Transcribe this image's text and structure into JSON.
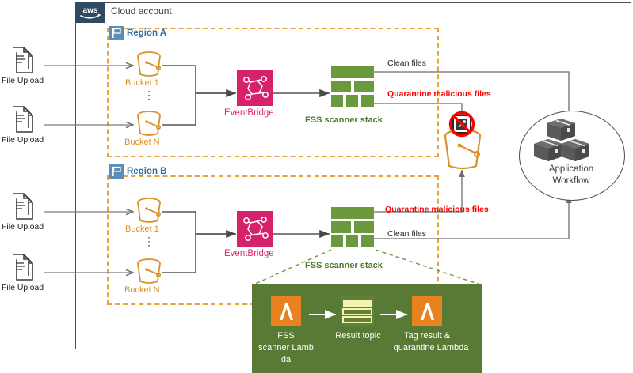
{
  "diagram": {
    "title": "AWS multi-region file scanning architecture",
    "cloud_account_label": "Cloud account",
    "aws_logo_text": "aws",
    "colors": {
      "aws_navy": "#2E4A62",
      "region_orange": "#E8A33D",
      "bucket_orange": "#D8912B",
      "eventbridge_pink": "#D6226B",
      "fss_green": "#6B9A3E",
      "stack_label_green": "#4C7A2A",
      "detail_green": "#587A34",
      "lambda_orange": "#E8821E",
      "topic_yellow": "#F5F3B0",
      "alert_red": "#FF0000",
      "line_gray": "#6E6E6E",
      "workflow_gray": "#4A4A4A",
      "region_label_blue": "#2E6DA4"
    }
  },
  "regions": [
    {
      "name": "Region A",
      "icon": "region-flag-icon",
      "buckets": [
        {
          "label": "Bucket 1",
          "icon": "s3-bucket-icon"
        },
        {
          "label": "Bucket N",
          "icon": "s3-bucket-icon"
        }
      ],
      "bucket_ellipsis": "⋮",
      "eventbridge": {
        "label": "EventBridge",
        "icon": "eventbridge-icon"
      },
      "scanner": {
        "label": "FSS scanner stack",
        "icon": "fss-scanner-stack-icon"
      },
      "outputs": {
        "clean": "Clean files",
        "quarantine": "Quarantine malicious files"
      }
    },
    {
      "name": "Region B",
      "icon": "region-flag-icon",
      "buckets": [
        {
          "label": "Bucket 1",
          "icon": "s3-bucket-icon"
        },
        {
          "label": "Bucket N",
          "icon": "s3-bucket-icon"
        }
      ],
      "bucket_ellipsis": "⋮",
      "eventbridge": {
        "label": "EventBridge",
        "icon": "eventbridge-icon"
      },
      "scanner": {
        "label": "FSS scanner stack",
        "icon": "fss-scanner-stack-icon"
      },
      "outputs": {
        "clean": "Clean files",
        "quarantine": "Quarantine malicious files"
      }
    }
  ],
  "file_uploads": [
    {
      "label": "File Upload",
      "icon": "file-upload-icon"
    },
    {
      "label": "File Upload",
      "icon": "file-upload-icon"
    },
    {
      "label": "File Upload",
      "icon": "file-upload-icon"
    },
    {
      "label": "File Upload",
      "icon": "file-upload-icon"
    }
  ],
  "quarantine_bucket": {
    "icon": "s3-bucket-icon",
    "badge_icon": "malware-blocked-icon",
    "label": ""
  },
  "application_workflow": {
    "label_line1": "Application",
    "label_line2": "Workflow",
    "icon": "boxes-icon"
  },
  "detail_callout": {
    "steps": [
      {
        "label_line1": "FSS",
        "label_line2": "scanner  Lamb",
        "label_line3": "da",
        "icon": "lambda-icon"
      },
      {
        "label_line1": "Result topic",
        "label_line2": "",
        "label_line3": "",
        "icon": "sns-topic-icon"
      },
      {
        "label_line1": "Tag result &",
        "label_line2": "quarantine Lambda",
        "label_line3": "",
        "icon": "lambda-icon"
      }
    ]
  }
}
